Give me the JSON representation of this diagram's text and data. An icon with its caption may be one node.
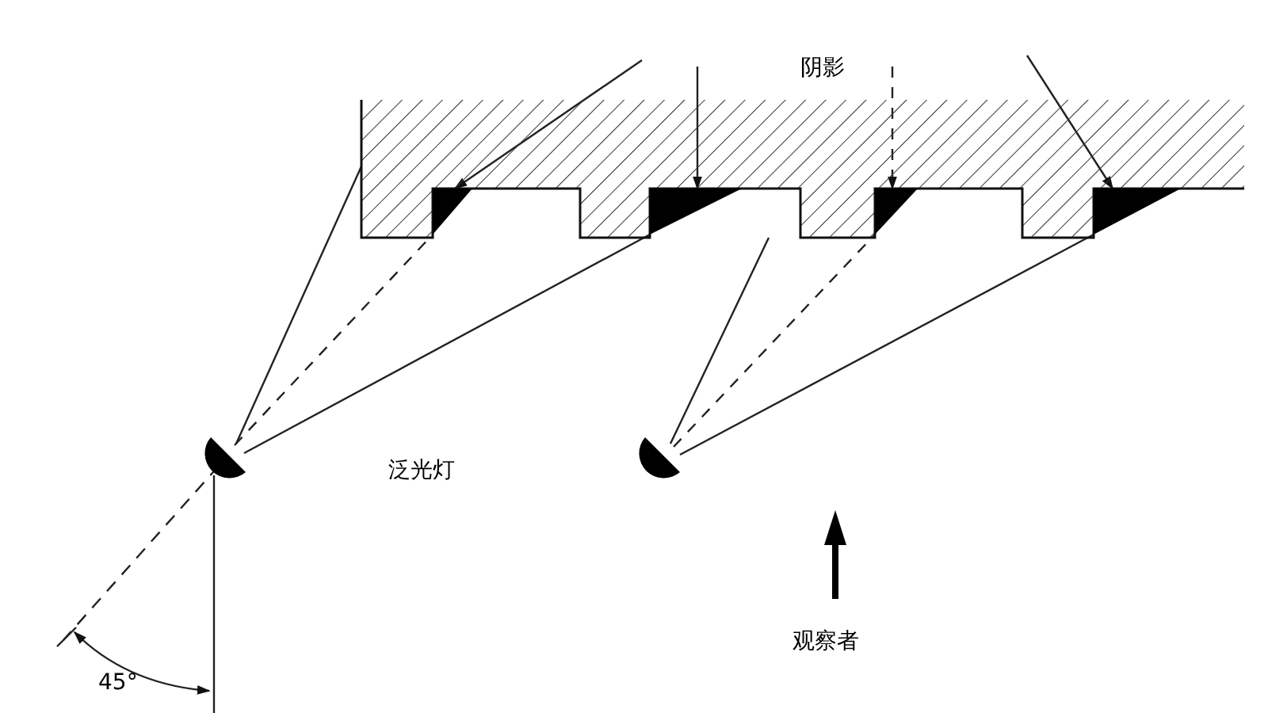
{
  "diagram": {
    "nodes": [
      {
        "text": [],
        "shape": "box"
      },
      {
        "text": [],
        "shape": "triangle",
        "in": 0
      },
      {
        "text": [],
        "shape": "triangle",
        "in": 0
      },
      {
        "text": [],
        "shape": "triangle",
        "in": 0
      },
      {
        "text": [],
        "shape": "triangle",
        "in": 0
      },
      {
        "text": [],
        "shape": "semicircle"
      },
      {
        "text": [],
        "shape": "semicircle"
      }
    ],
    "edges": [
      {
        "from": 5,
        "to": 0,
        "arrow": "none"
      },
      {
        "from": 5,
        "to": 1,
        "arrow": "none",
        "style": "dashed"
      },
      {
        "from": 5,
        "to": 2,
        "arrow": "none"
      },
      {
        "from": 6,
        "to": 0,
        "arrow": "none"
      },
      {
        "from": 6,
        "to": 3,
        "arrow": "none",
        "style": "dashed"
      },
      {
        "from": 6,
        "to": 4,
        "arrow": "none"
      },
      {
        "from": null,
        "to": 1,
        "arrow": "to"
      },
      {
        "from": null,
        "to": 2,
        "arrow": "to"
      },
      {
        "from": null,
        "to": 3,
        "arrow": "to",
        "style": "dashed"
      },
      {
        "from": null,
        "to": 4,
        "arrow": "to"
      }
    ],
    "labels": [
      "阴影",
      "泛光灯",
      "45°",
      "观察者"
    ]
  }
}
